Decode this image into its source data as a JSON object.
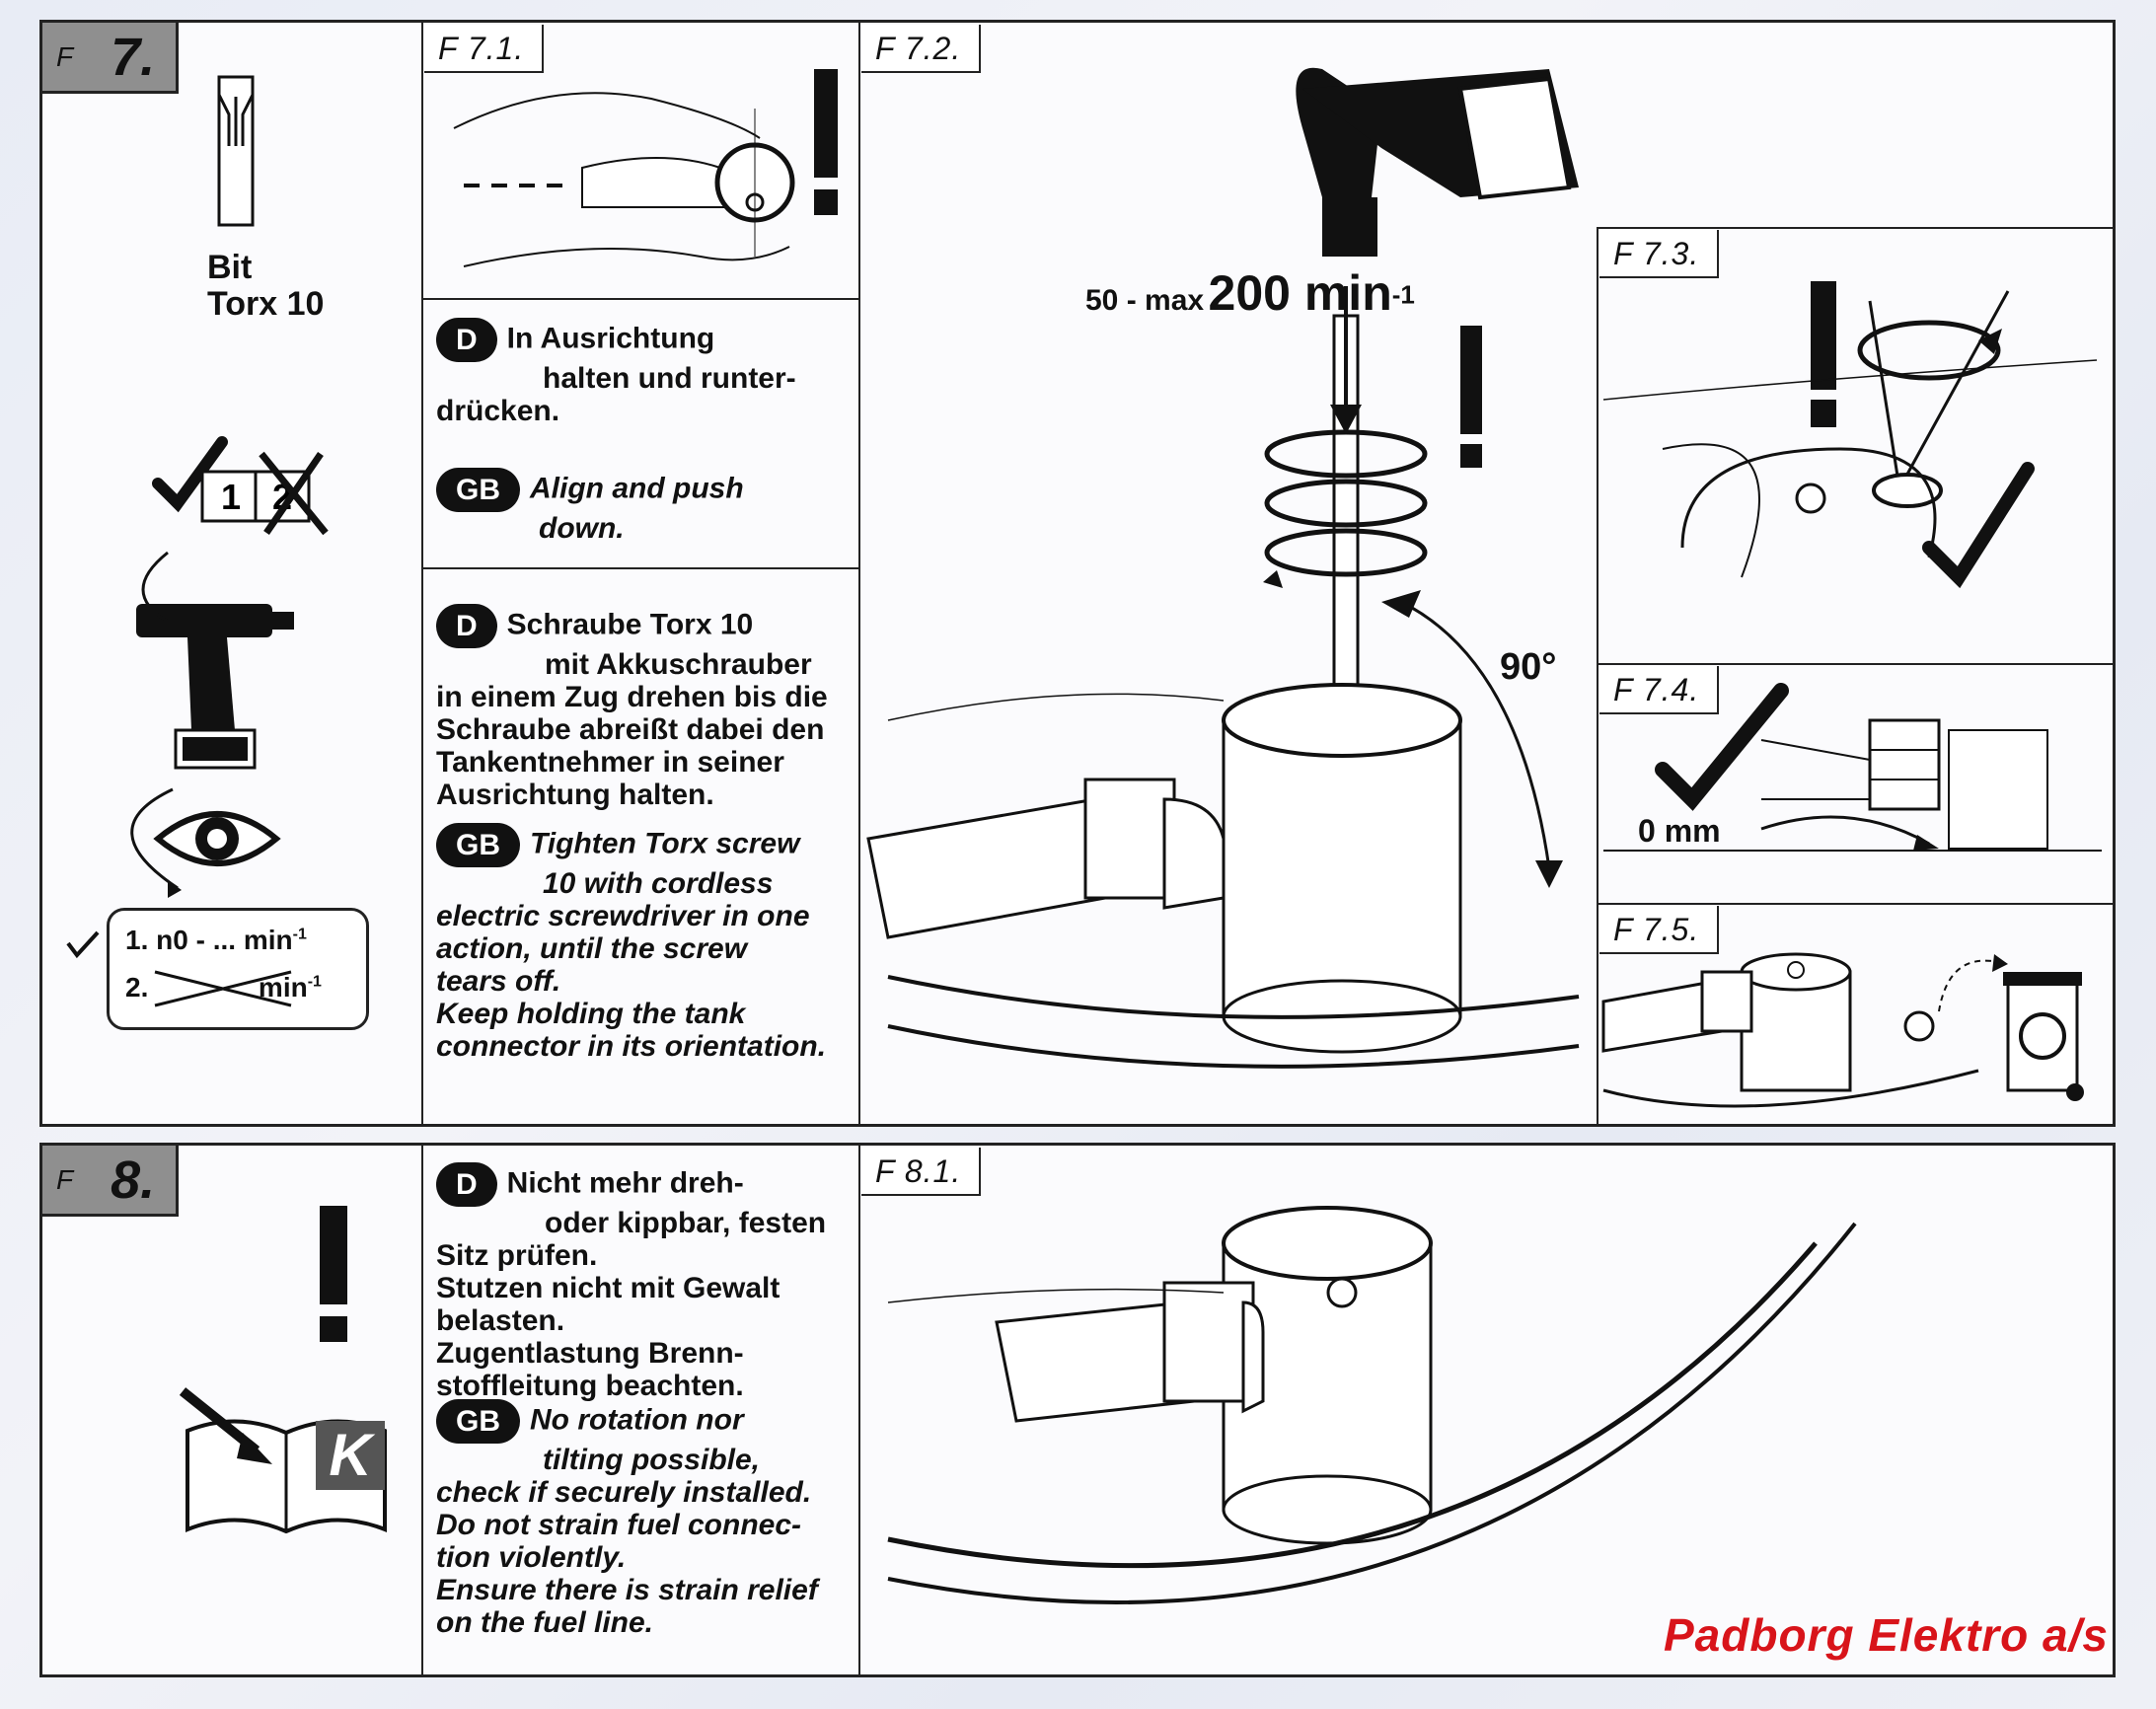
{
  "step7": {
    "prefix": "F",
    "number": "7.",
    "bit_label_line1": "Bit",
    "bit_label_line2": "Torx 10",
    "speed_line1_prefix": "1.",
    "speed_line1_value": "n0 - ... min",
    "speed_line1_sup": "-1",
    "speed_line2_prefix": "2.",
    "speed_line2_value": "min",
    "speed_line2_sup": "-1",
    "gear_1": "1",
    "gear_2": "2",
    "fig_7_1": "F 7.1.",
    "fig_7_2": "F 7.2.",
    "fig_7_3": "F 7.3.",
    "fig_7_4": "F 7.4.",
    "fig_7_5": "F 7.5.",
    "lang_d": "D",
    "lang_gb": "GB",
    "align_d_line1": "In Ausrichtung",
    "align_d_line2": "halten und runter-",
    "align_d_line3": "drücken.",
    "align_gb_line1": "Align and push",
    "align_gb_line2": "down.",
    "torx_d_line1": "Schraube Torx 10",
    "torx_d_line2": "mit Akkuschrauber",
    "torx_d_line3": "in einem Zug drehen bis die",
    "torx_d_line4": "Schraube abreißt dabei den",
    "torx_d_line5": "Tankentnehmer in seiner",
    "torx_d_line6": "Ausrichtung halten.",
    "torx_gb_line1": "Tighten Torx screw",
    "torx_gb_line2": "10 with cordless",
    "torx_gb_line3": "electric screwdriver in one",
    "torx_gb_line4": "action, until the screw",
    "torx_gb_line5": "tears off.",
    "torx_gb_line6": "Keep holding the tank",
    "torx_gb_line7": "connector in its orientation.",
    "speed_small": "50 - max",
    "speed_big": "200 min",
    "speed_sup": "-1",
    "angle": "90°",
    "gap": "0 mm"
  },
  "step8": {
    "prefix": "F",
    "number": "8.",
    "fig_8_1": "F 8.1.",
    "book_letter": "K",
    "d_line1": "Nicht mehr dreh-",
    "d_line2": "oder kippbar, festen",
    "d_line3": "Sitz prüfen.",
    "d_line4": "Stutzen nicht mit Gewalt",
    "d_line5": "belasten.",
    "d_line6": "Zugentlastung Brenn-",
    "d_line7": "stoffleitung beachten.",
    "gb_line1": "No rotation nor",
    "gb_line2": "tilting possible,",
    "gb_line3": "check if securely installed.",
    "gb_line4": "Do not strain fuel connec-",
    "gb_line5": "tion violently.",
    "gb_line6": "Ensure there is strain relief",
    "gb_line7": "on the fuel line."
  },
  "brand": "Padborg Elektro a/s",
  "colors": {
    "brand": "#d8141a",
    "step_header": "#8f8f8f",
    "pill": "#111111"
  }
}
